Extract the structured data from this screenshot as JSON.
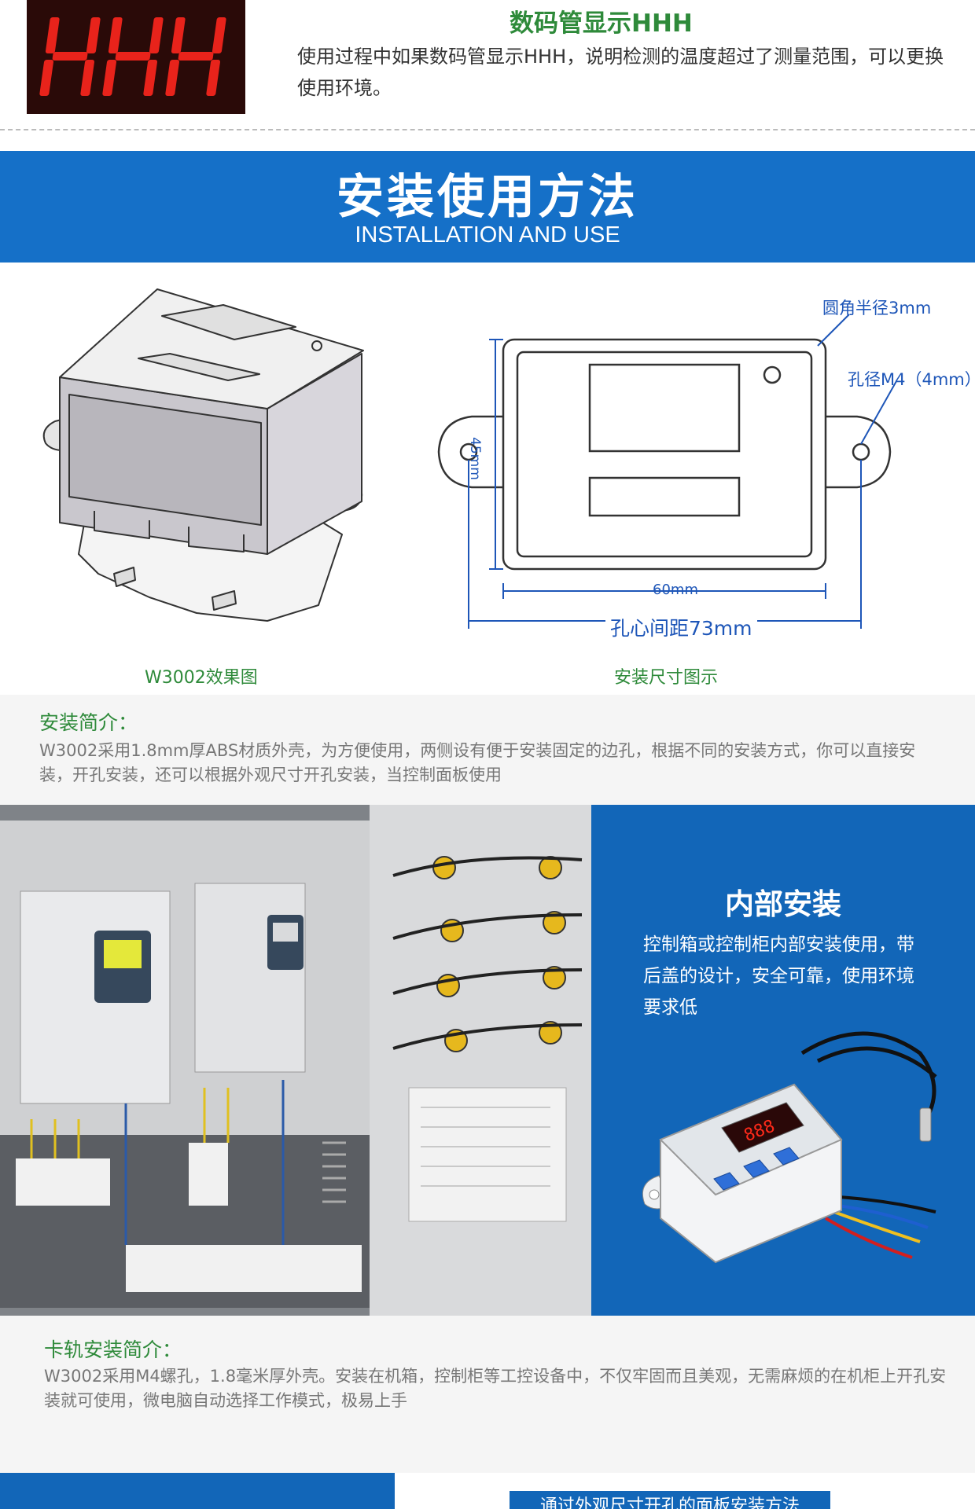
{
  "hhh": {
    "display_text": "HHH",
    "title": "数码管显示HHH",
    "description": "使用过程中如果数码管显示HHH，说明检测的温度超过了测量范围，可以更换使用环境。"
  },
  "banner": {
    "title": "安装使用方法",
    "subtitle": "INSTALLATION AND USE"
  },
  "drawings": {
    "caption_3d": "W3002效果图",
    "caption_dim": "安装尺寸图示",
    "corner_radius": "圆角半径3mm",
    "hole_diameter": "孔径M4（4mm）",
    "height": "45mm",
    "width": "60mm",
    "hole_spacing": "孔心间距73mm"
  },
  "intro": {
    "title": "安装简介：",
    "text": "W3002采用1.8mm厚ABS材质外壳，为方便使用，两侧设有便于安装固定的边孔，根据不同的安装方式，你可以直接安装，开孔安装，还可以根据外观尺寸开孔安装，当控制面板使用"
  },
  "inner": {
    "title": "内部安装",
    "text": "控制箱或控制柜内部安装使用，带后盖的设计，安全可靠，使用环境要求低",
    "device_display": "888"
  },
  "rail": {
    "title": "卡轨安装简介：",
    "text": "W3002采用M4螺孔，1.8毫米厚外壳。安装在机箱，控制柜等工控设备中，不仅牢固而且美观，无需麻烦的在机柜上开孔安装就可使用，微电脑自动选择工作模式，极易上手"
  },
  "bottom": {
    "tab_text": "通过外观尺寸开孔的面板安装方法"
  },
  "colors": {
    "brand_blue": "#1570c8",
    "heading_green": "#2e8a3a",
    "led_red": "#e8231b",
    "dimension_blue": "#1e56b8"
  }
}
